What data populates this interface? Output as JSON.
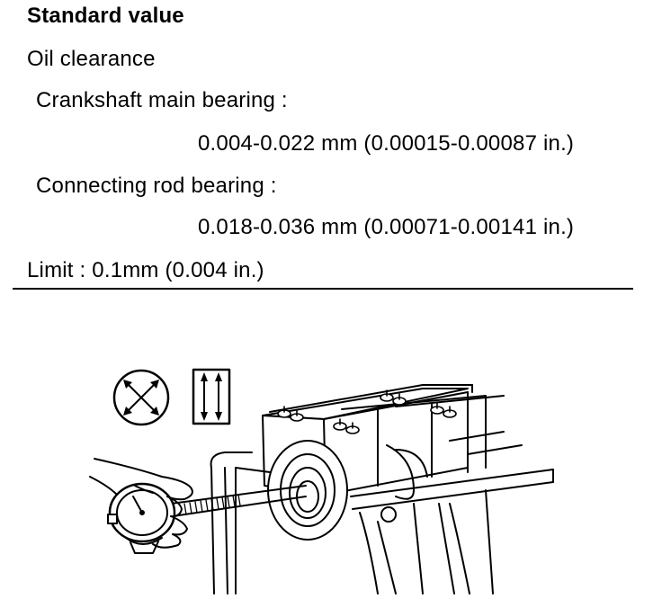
{
  "spec": {
    "heading": "Standard value",
    "oil_clearance_label": "Oil clearance",
    "main_bearing_label": "Crankshaft main bearing :",
    "main_bearing_value": "0.004-0.022 mm (0.00015-0.00087 in.)",
    "rod_bearing_label": "Connecting rod bearing :",
    "rod_bearing_value": "0.018-0.036 mm (0.00071-0.00141 in.)",
    "limit": "Limit :  0.1mm (0.004 in.)"
  },
  "illustration": {
    "icons": [
      "diagonal-measure-icon",
      "vertical-measure-icon"
    ],
    "subject": "bore-gauge-measuring-bearing-inner-diameter"
  }
}
